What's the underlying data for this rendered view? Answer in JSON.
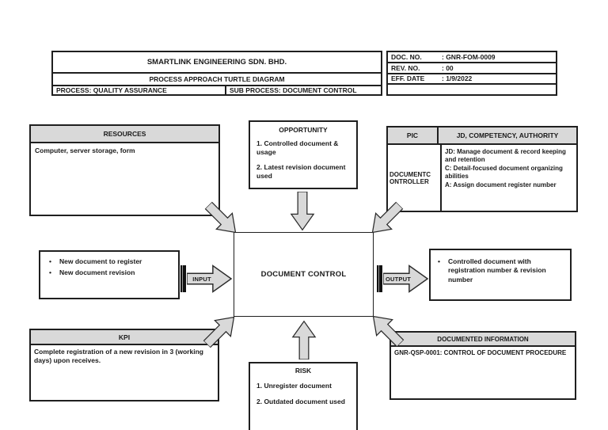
{
  "header": {
    "company": "SMARTLINK ENGINEERING SDN. BHD.",
    "title": "PROCESS APPROACH TURTLE DIAGRAM",
    "process": "PROCESS: QUALITY ASSURANCE",
    "sub_process": "SUB PROCESS: DOCUMENT CONTROL",
    "doc_no": {
      "label": "DOC. NO.",
      "value": ": GNR-FOM-0009"
    },
    "rev_no": {
      "label": "REV. NO.",
      "value": ": 00"
    },
    "eff_date": {
      "label": "EFF. DATE",
      "value": ": 1/9/2022"
    }
  },
  "diagram": {
    "resources": {
      "title": "RESOURCES",
      "body": "Computer, server storage, form"
    },
    "opportunity": {
      "title": "OPPORTUNITY",
      "items": [
        "1. Controlled document & usage",
        "2. Latest revision document used"
      ]
    },
    "pic": {
      "col_pic": "PIC",
      "col_jd": "JD, COMPETENCY, AUTHORITY",
      "role": "DOCUMENTC ONTROLLER",
      "details": [
        "JD: Manage document & record keeping and retention",
        "C: Detail-focused document organizing abilities",
        "A: Assign document register number"
      ]
    },
    "input": {
      "label": "INPUT",
      "items": [
        "New document to register",
        "New document revision"
      ]
    },
    "center": {
      "title": "DOCUMENT CONTROL"
    },
    "output": {
      "label": "OUTPUT",
      "items": [
        "Controlled document with registration number & revision number"
      ]
    },
    "kpi": {
      "title": "KPI",
      "body": "Complete registration of a new revision in 3 (working days) upon receives."
    },
    "risk": {
      "title": "RISK",
      "items": [
        "1. Unregister document",
        "2. Outdated document used"
      ]
    },
    "documented_information": {
      "title": "DOCUMENTED INFORMATION",
      "body": "GNR-QSP-0001: CONTROL OF DOCUMENT PROCEDURE"
    }
  },
  "colors": {
    "header_fill": "#d9d9d9",
    "arrow_fill": "#d9d9d9",
    "border": "#1f1f1f"
  }
}
